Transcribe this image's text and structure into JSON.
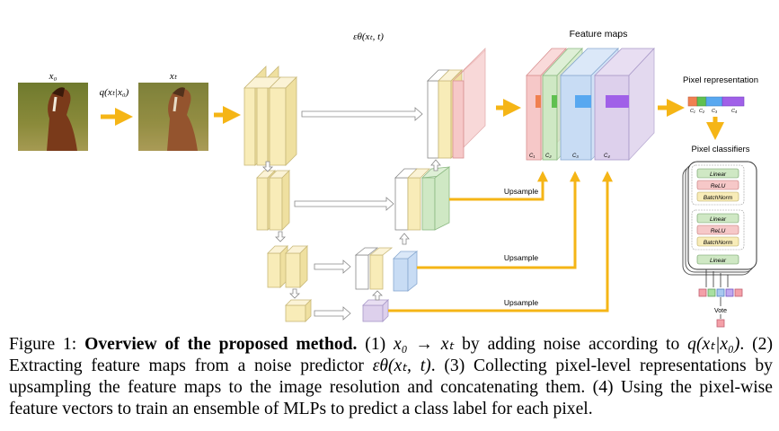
{
  "figure": {
    "label_x0": "x₀",
    "label_xt": "xₜ",
    "label_q": "q(xₜ|x₀)",
    "label_eps": "εθ(xₜ, t)",
    "label_feature_maps": "Feature maps",
    "label_upsample_1": "Upsample",
    "label_upsample_2": "Upsample",
    "label_upsample_3": "Upsample",
    "label_pixel_representation": "Pixel representation",
    "label_pixel_classifiers": "Pixel classifiers",
    "mlp_layers": [
      "Linear",
      "ReLU",
      "BatchNorm",
      "Linear",
      "ReLU",
      "BatchNorm",
      "Linear"
    ],
    "label_vote": "Vote",
    "channel_labels": [
      "C₁",
      "C₂",
      "C₃",
      "C₄"
    ],
    "pixel_rep_ticks": [
      "C₁",
      "C₂",
      "C₃",
      "C₄"
    ],
    "vote_colors": [
      "#f4a0a8",
      "#a8e0a0",
      "#a8c8f0",
      "#c0a8f0",
      "#f4a0a8"
    ],
    "colors": {
      "yellow": "#f8ecb8",
      "yellow_edge": "#c8b878",
      "red": "#f6c8c8",
      "green": "#cfe8c4",
      "blue": "#c8dcf4",
      "purple": "#ddd0ec",
      "orange_arrow": "#f5b516"
    }
  },
  "caption": {
    "prefix": "Figure 1: ",
    "title": "Overview of the proposed method.",
    "p1": " (1) ",
    "m1": "x₀ → xₜ",
    "p2": " by adding noise according to ",
    "m2": "q(xₜ|x₀)",
    "p3": ". (2) Extracting feature maps from a noise predictor ",
    "m3": "εθ(xₜ, t)",
    "p4": ". (3) Collecting pixel-level representations by upsampling the feature maps to the image resolution and concatenating them. (4) Using the pixel-wise feature vectors to train an ensemble of MLPs to predict a class label for each pixel."
  }
}
